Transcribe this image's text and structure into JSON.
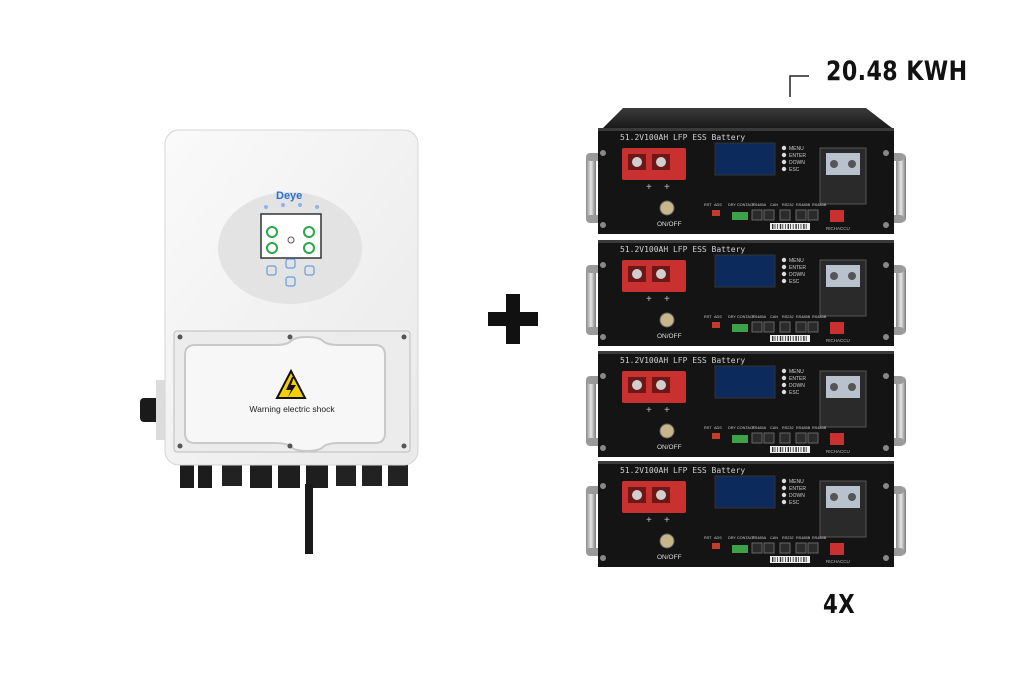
{
  "capacity_label": "20.48 KWH",
  "battery_count_label": "4X",
  "inverter": {
    "brand": "Deye",
    "warning_text": "Warning electric shock"
  },
  "battery": {
    "model_text": "51.2V100AH LFP ESS Battery",
    "power_switch_label": "ON/OFF",
    "menu_buttons": [
      "MENU",
      "ENTER",
      "DOWN",
      "ESC"
    ],
    "port_labels": [
      "RST",
      "ADS",
      "DRY CONTACT",
      "RS485A",
      "CAN",
      "RS232",
      "RS485B",
      "RS485B"
    ],
    "brand": "RICHACCU"
  },
  "colors": {
    "terminal_red": "#c8312f",
    "battery_body": "#141414",
    "inverter_body": "#f4f4f4",
    "screen_blue": "#0d2a5c"
  }
}
